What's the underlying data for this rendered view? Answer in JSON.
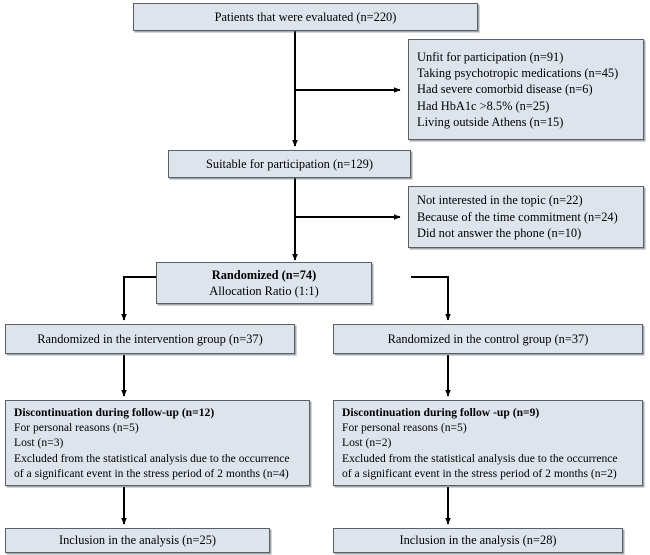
{
  "diagram": {
    "title": "CONSORT participant flow diagram",
    "style": {
      "box_fill": "#dde4ec",
      "box_border": "#5a6068",
      "arrow_color": "#000000",
      "text_color": "#000000",
      "background": "#ffffff"
    },
    "nodes": {
      "evaluated": {
        "lines": [
          {
            "text": "Patients that were evaluated (n=220)",
            "bold": false
          }
        ]
      },
      "excluded_first": {
        "lines": [
          {
            "text": "Unfit for participation (n=91)",
            "bold": false
          },
          {
            "text": "Taking psychotropic medications (n=45)",
            "bold": false
          },
          {
            "text": "Had severe comorbid disease (n=6)",
            "bold": false
          },
          {
            "text": "Had HbA1c >8.5% (n=25)",
            "bold": false
          },
          {
            "text": "Living outside Athens (n=15)",
            "bold": false
          }
        ]
      },
      "suitable": {
        "lines": [
          {
            "text": "Suitable for participation (n=129)",
            "bold": false
          }
        ]
      },
      "excluded_second": {
        "lines": [
          {
            "text": "Not interested in the topic (n=22)",
            "bold": false
          },
          {
            "text": "Because of the time commitment (n=24)",
            "bold": false
          },
          {
            "text": "Did not answer the phone (n=10)",
            "bold": false
          }
        ]
      },
      "randomized": {
        "lines": [
          {
            "text": "Randomized (n=74)",
            "bold": true
          },
          {
            "text": "Allocation Ratio (1:1)",
            "bold": false
          }
        ]
      },
      "intervention_group": {
        "lines": [
          {
            "text": "Randomized in the intervention group (n=37)",
            "bold": false
          }
        ]
      },
      "control_group": {
        "lines": [
          {
            "text": "Randomized in the control group (n=37)",
            "bold": false
          }
        ]
      },
      "discontinuation_intervention": {
        "lines": [
          {
            "text": "Discontinuation during follow-up (n=12)",
            "bold": true
          },
          {
            "text": "For personal reasons (n=5)",
            "bold": false
          },
          {
            "text": "Lost (n=3)",
            "bold": false
          },
          {
            "text": "Excluded from the statistical analysis due to the occurrence",
            "bold": false
          },
          {
            "text": "of a significant event in the stress period of 2 months (n=4)",
            "bold": false
          }
        ]
      },
      "discontinuation_control": {
        "lines": [
          {
            "text": "Discontinuation during follow -up (n=9)",
            "bold": true
          },
          {
            "text": "For personal reasons (n=5)",
            "bold": false
          },
          {
            "text": "Lost (n=2)",
            "bold": false
          },
          {
            "text": "Excluded from the statistical analysis due to the occurrence",
            "bold": false
          },
          {
            "text": "of a significant event in the stress period of 2 months (n=2)",
            "bold": false
          }
        ]
      },
      "inclusion_intervention": {
        "lines": [
          {
            "text": "Inclusion in the analysis (n=25)",
            "bold": false
          }
        ]
      },
      "inclusion_control": {
        "lines": [
          {
            "text": "Inclusion in the analysis (n=28)",
            "bold": false
          }
        ]
      }
    }
  }
}
